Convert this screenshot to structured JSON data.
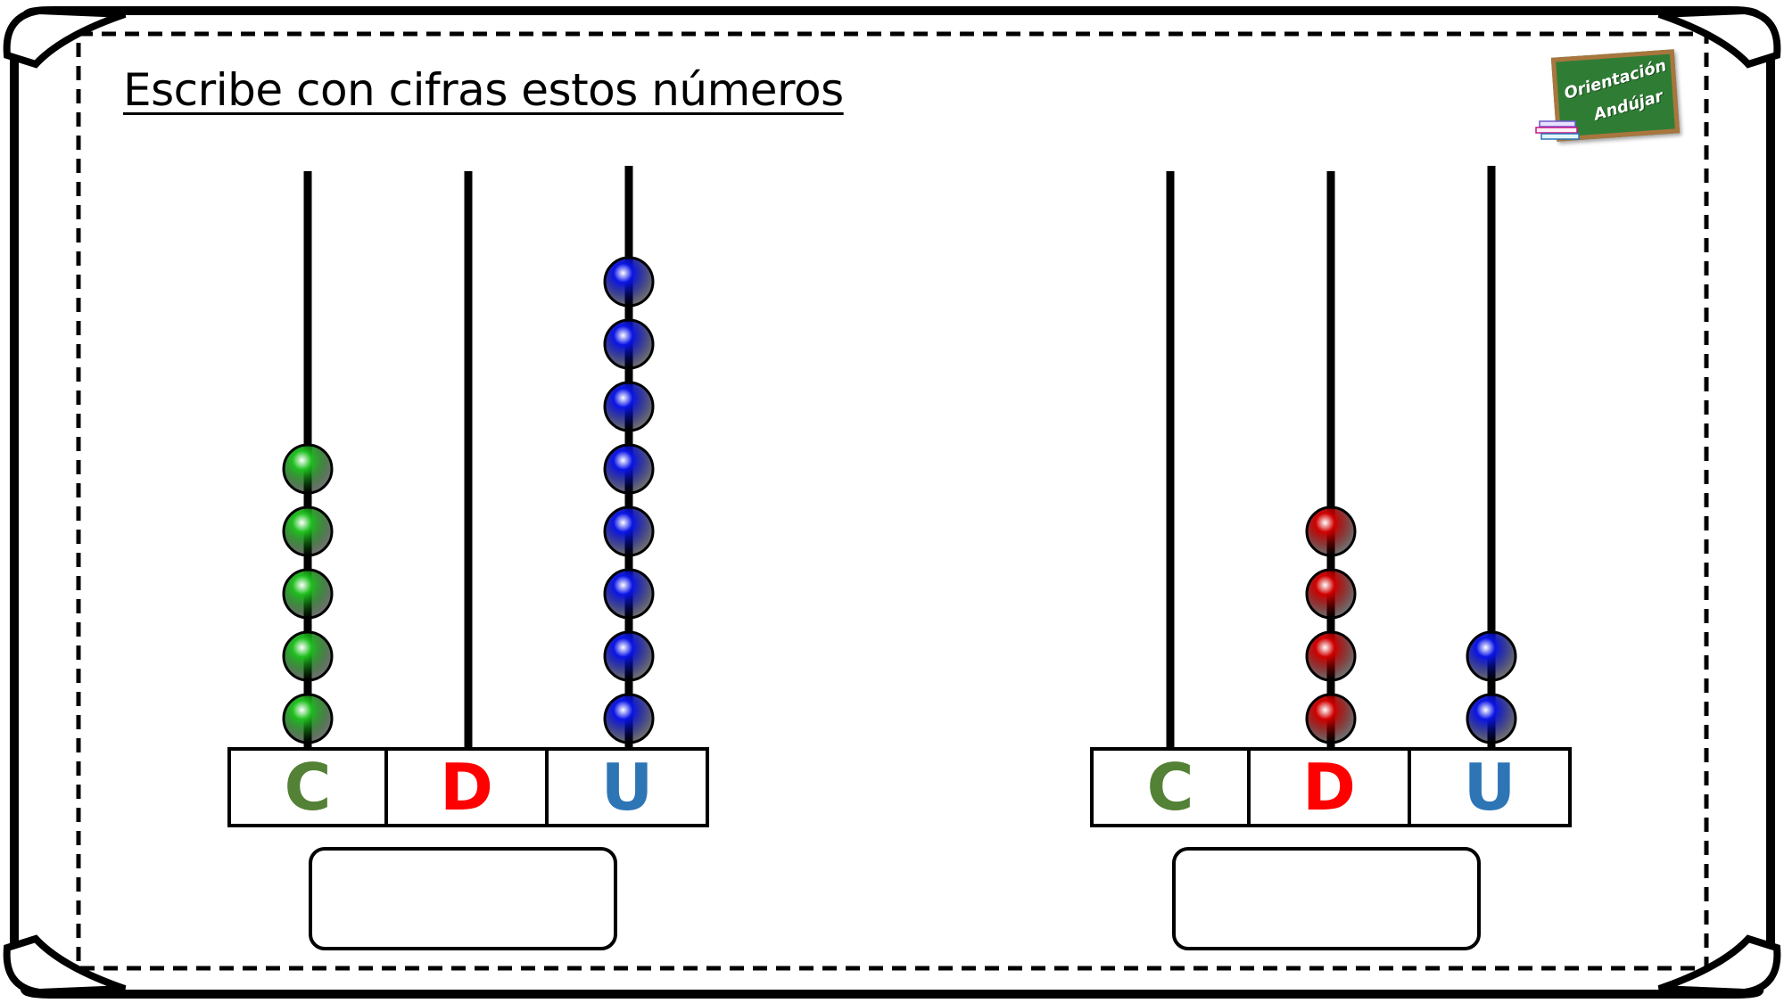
{
  "title": "Escribe con cifras estos números",
  "logo": {
    "line1": "Orientación",
    "line2": "Andújar",
    "icon": "chalkboard-logo"
  },
  "colors": {
    "hundreds": "#538135",
    "tens": "#ff0000",
    "units": "#2e75b6",
    "bead_green": "#1fbf1f",
    "bead_red": "#d00000",
    "bead_blue": "#0a14e6"
  },
  "exercises": [
    {
      "columns": [
        {
          "label": "C",
          "beads": 5,
          "bead_color": "green"
        },
        {
          "label": "D",
          "beads": 0,
          "bead_color": "red"
        },
        {
          "label": "U",
          "beads": 8,
          "bead_color": "blue"
        }
      ],
      "answer": ""
    },
    {
      "columns": [
        {
          "label": "C",
          "beads": 0,
          "bead_color": "green"
        },
        {
          "label": "D",
          "beads": 4,
          "bead_color": "red"
        },
        {
          "label": "U",
          "beads": 2,
          "bead_color": "blue"
        }
      ],
      "answer": ""
    }
  ]
}
